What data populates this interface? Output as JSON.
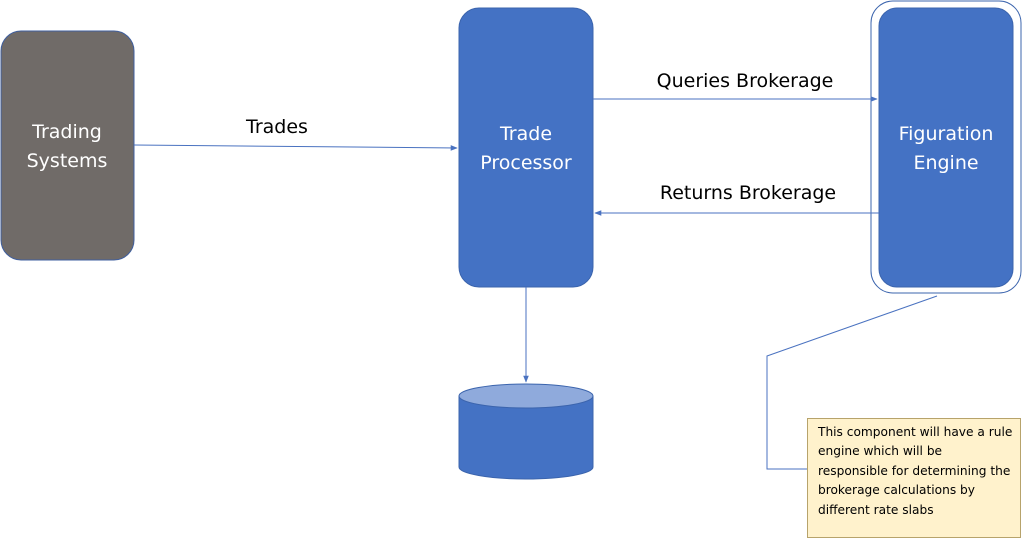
{
  "colors": {
    "process_blue": "#4472c4",
    "source_gray": "#706b68",
    "connector_blue": "#4a72c0",
    "cylinder_top": "#8faadc",
    "note_fill": "#fff2cc"
  },
  "nodes": {
    "trading_systems": {
      "line1": "Trading",
      "line2": "Systems"
    },
    "trade_processor": {
      "line1": "Trade",
      "line2": "Processor"
    },
    "figuration_engine": {
      "line1": "Figuration",
      "line2": "Engine"
    }
  },
  "edges": {
    "trades": "Trades",
    "queries": "Queries Brokerage",
    "returns": "Returns Brokerage"
  },
  "note": {
    "text": "This component  will have a rule engine which will be responsible for determining the brokerage calculations by different rate slabs"
  }
}
